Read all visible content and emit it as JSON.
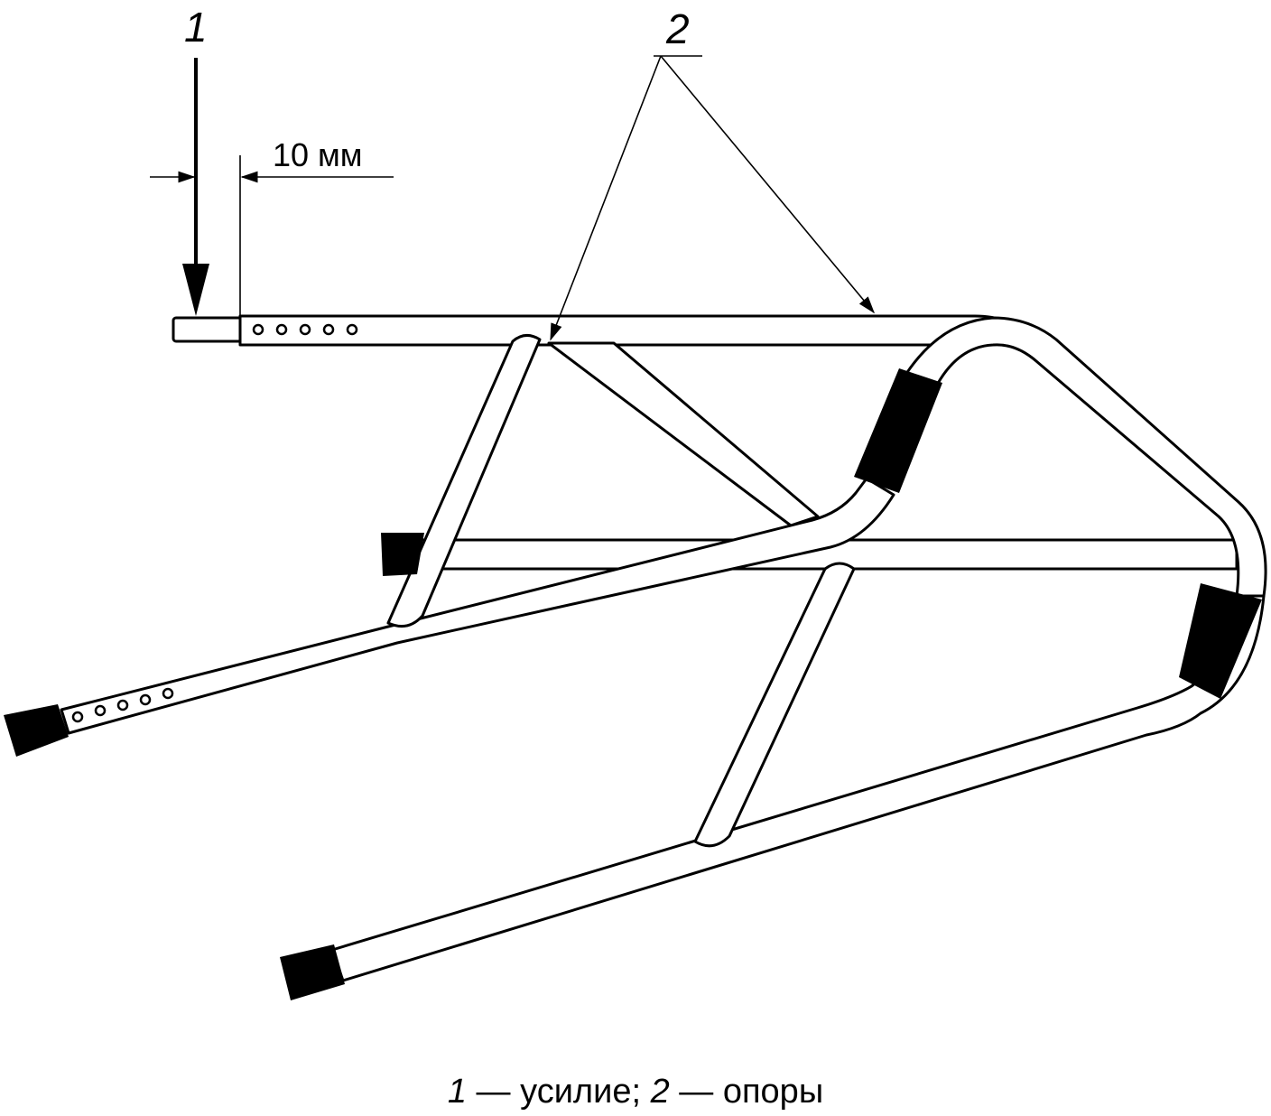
{
  "labels": {
    "force": "1",
    "supports": "2"
  },
  "dimension": {
    "text": "10 мм"
  },
  "caption": {
    "n1": "1",
    "t1": " — усилие; ",
    "n2": "2",
    "t2": " — опоры"
  },
  "colors": {
    "line": "#000000",
    "background": "#ffffff",
    "rubber_cap": "#000000"
  }
}
